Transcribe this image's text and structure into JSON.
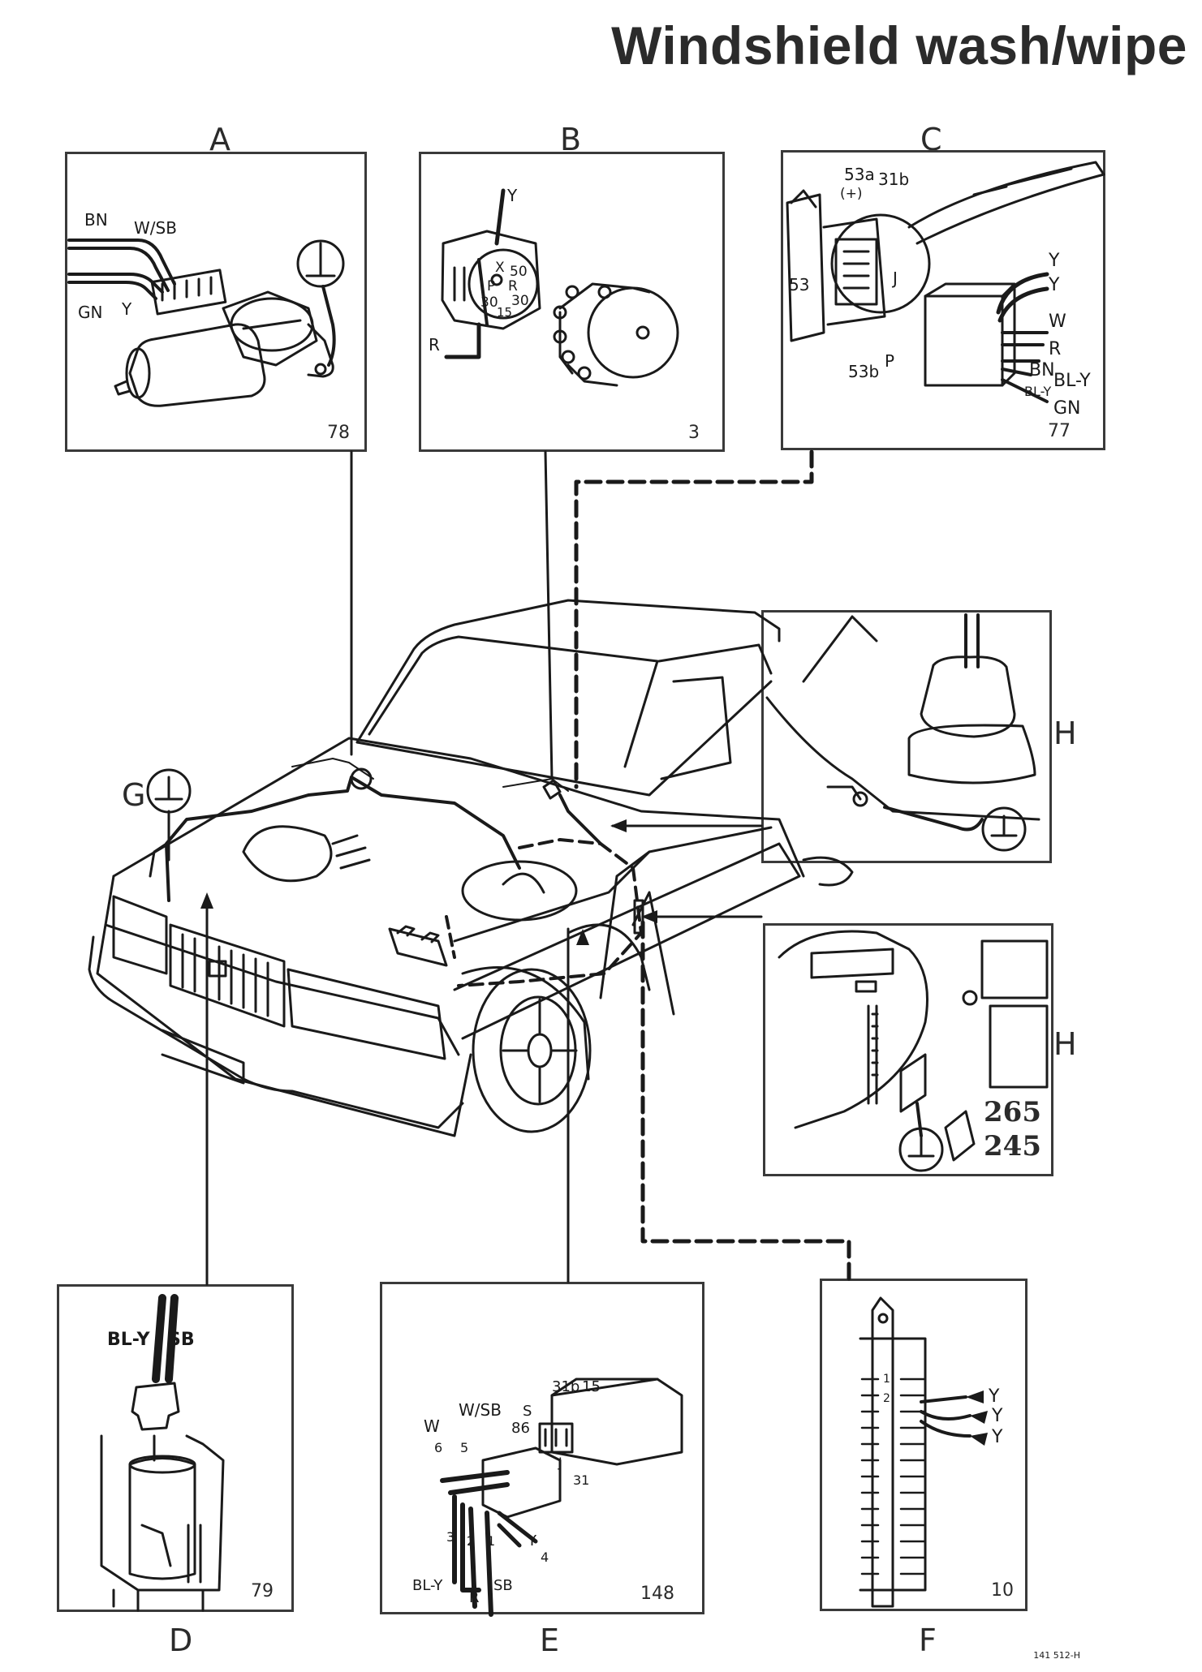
{
  "title": "Windshield wash/wipe",
  "panels": {
    "A": {
      "letter": "A",
      "number": "78",
      "labels": {
        "bn": "BN",
        "wsb": "W/SB",
        "gn": "GN",
        "y": "Y"
      }
    },
    "B": {
      "letter": "B",
      "number": "3",
      "labels": {
        "y": "Y",
        "r": "R",
        "x": "X",
        "fifty": "50",
        "p": "P",
        "r2": "R",
        "thirty": "30",
        "thirtyb": "30",
        "fifteen": "15"
      }
    },
    "C": {
      "letter": "C",
      "number": "77",
      "labels": {
        "t53a": "53a",
        "plus": "(+)",
        "t31b": "31b",
        "t53": "53",
        "j": "J",
        "t53b": "53b",
        "p": "P",
        "y1": "Y",
        "y2": "Y",
        "w": "W",
        "r": "R",
        "bn": "BN",
        "bly1": "BL-Y",
        "bly2": "BL-Y",
        "gn": "GN"
      }
    },
    "H1": {
      "letter": "H"
    },
    "H2": {
      "letter": "H",
      "model1": "265",
      "model2": "245"
    },
    "G": {
      "letter": "G"
    },
    "D": {
      "letter": "D",
      "number": "79",
      "labels": {
        "bly": "BL-Y",
        "sb": "SB"
      }
    },
    "E": {
      "letter": "E",
      "number": "148",
      "labels": {
        "w": "W",
        "wsb": "W/SB",
        "six": "6",
        "five": "5",
        "s": "S",
        "t86": "86",
        "t31b": "31b",
        "t15": "15",
        "j": "J",
        "t31": "31",
        "three": "3",
        "two": "2",
        "one": "1",
        "y": "Y",
        "four": "4",
        "bly": "BL-Y",
        "r": "R",
        "sb": "SB"
      }
    },
    "F": {
      "letter": "F",
      "number": "10",
      "labels": {
        "one": "1",
        "two": "2",
        "y1": "Y",
        "y2": "Y",
        "y3": "Y"
      }
    }
  },
  "footnote": "141 512-H"
}
